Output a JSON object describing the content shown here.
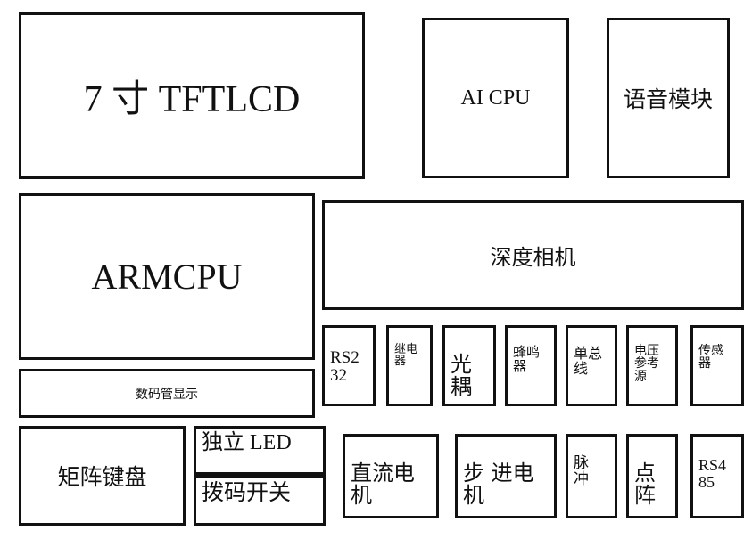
{
  "diagram": {
    "tft_lcd": "7 寸 TFTLCD",
    "ai_cpu": "AI CPU",
    "voice_module": "语音模块",
    "arm_cpu": "ARMCPU",
    "depth_camera": "深度相机",
    "seven_segment": "数码管显示",
    "rs232": "RS2\n32",
    "relay": "继电\n器",
    "optocoupler": "光\n耦",
    "buzzer": "蜂鸣\n器",
    "single_bus": "单总\n线",
    "voltage_ref": "电压\n参考\n源",
    "sensor": "传感\n器",
    "matrix_keyboard": "矩阵键盘",
    "independent_led": "独立 LED",
    "dip_switch": "拨码开关",
    "dc_motor": "直流电\n机",
    "stepper_motor": "步 进电\n机",
    "pulse": "脉\n冲",
    "dot_matrix": "点\n阵",
    "rs485": "RS4\n85"
  }
}
